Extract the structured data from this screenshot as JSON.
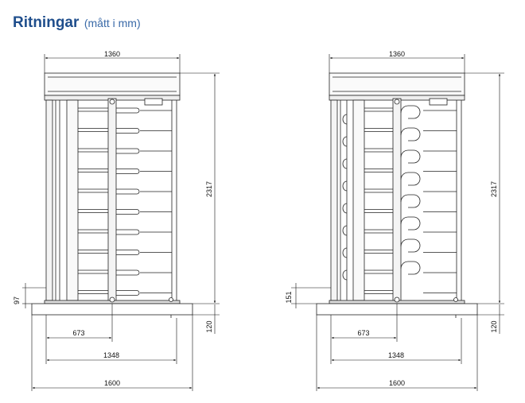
{
  "header": {
    "title": "Ritningar",
    "subtitle": "(mått i mm)"
  },
  "drawings": {
    "left": {
      "top_width": "1360",
      "height": "2317",
      "foot_height": "97",
      "base_height": "120",
      "half_width": "673",
      "inner_width": "1348",
      "base_width": "1600"
    },
    "right": {
      "top_width": "1360",
      "height": "2317",
      "foot_height": "151",
      "base_height": "120",
      "half_width": "673",
      "inner_width": "1348",
      "base_width": "1600"
    }
  },
  "colors": {
    "heading": "#1f4e8c",
    "line": "#222222"
  }
}
